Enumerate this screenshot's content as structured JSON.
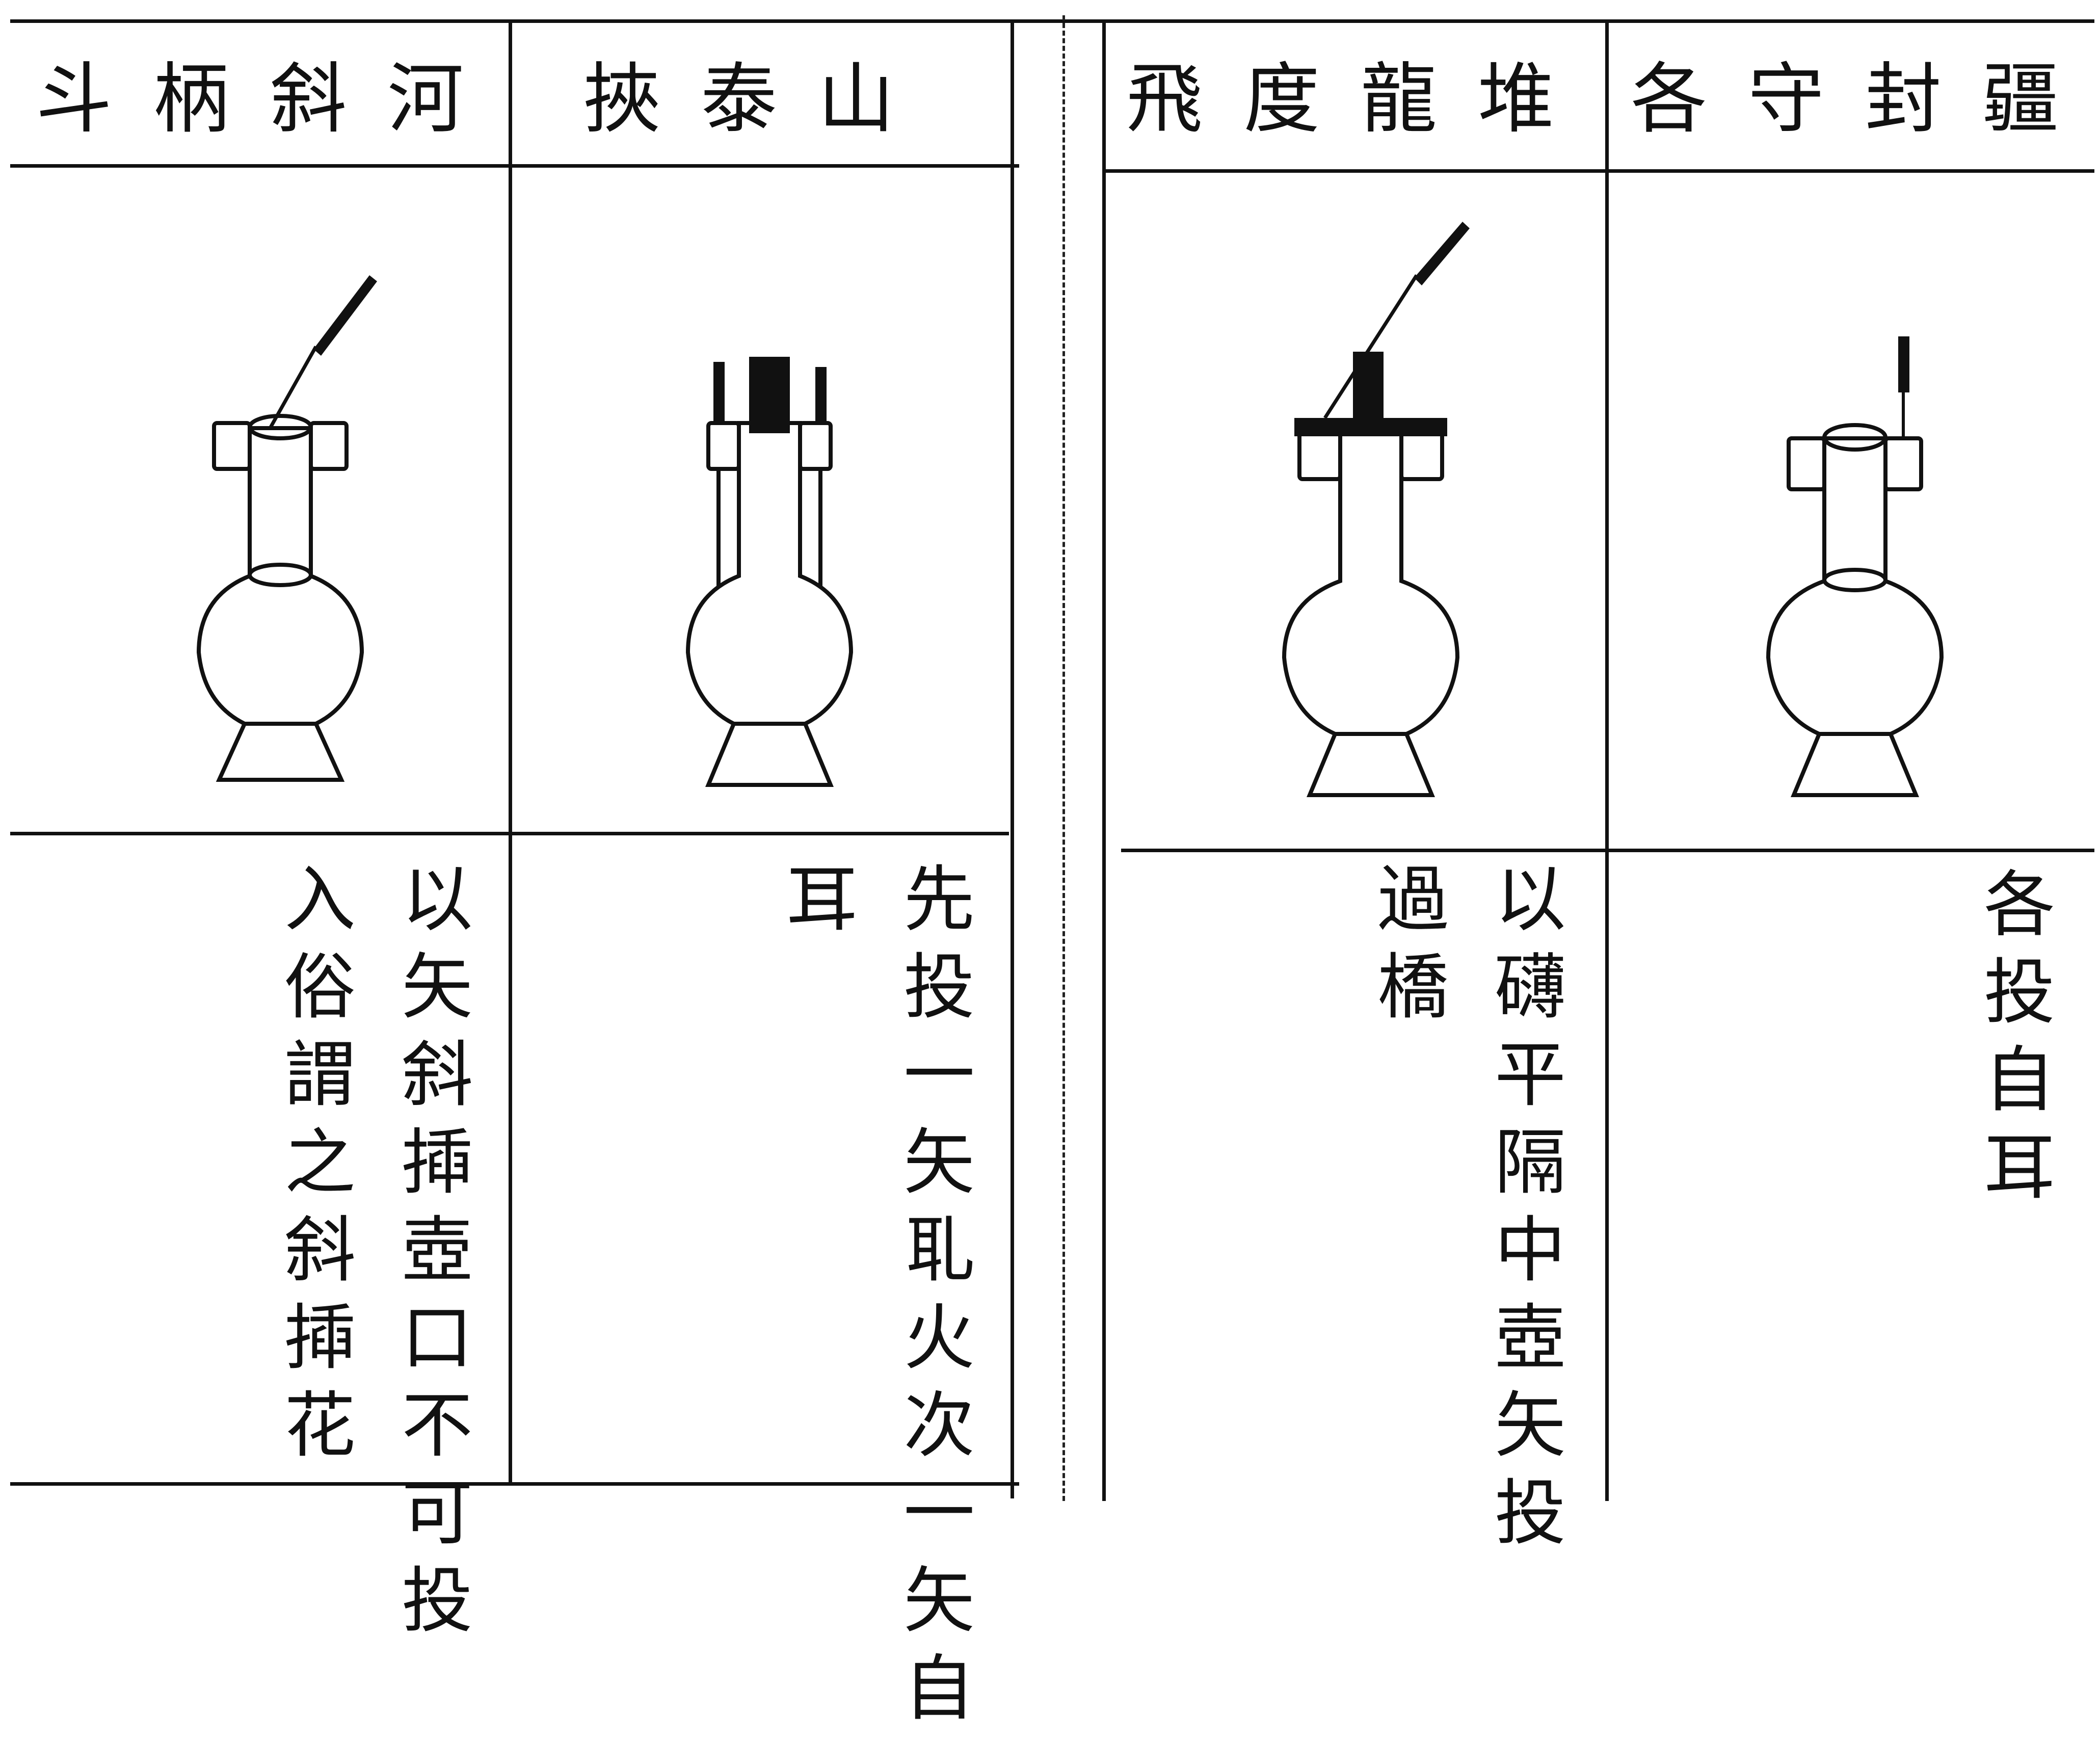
{
  "panels": [
    {
      "title": "斗柄斜河",
      "figure_icon": "vase-with-tilted-arrow-icon",
      "caption_columns": [
        "以矢斜揷壺口不可投",
        "入俗謂之斜揷花"
      ]
    },
    {
      "title": "挾泰山",
      "figure_icon": "vase-with-three-standing-arrows-icon",
      "caption_columns": [
        "先投一矢耴火次一矢自",
        "耳"
      ]
    },
    {
      "title": "飛度龍堆",
      "figure_icon": "vase-with-crossbar-and-arrow-icon",
      "caption_columns": [
        "以礴平隔中壺矢投",
        "過橋"
      ]
    },
    {
      "title": "各守封疆",
      "figure_icon": "vase-with-upright-arrow-in-ear-icon",
      "caption_columns": [
        "各投自耳"
      ]
    }
  ]
}
